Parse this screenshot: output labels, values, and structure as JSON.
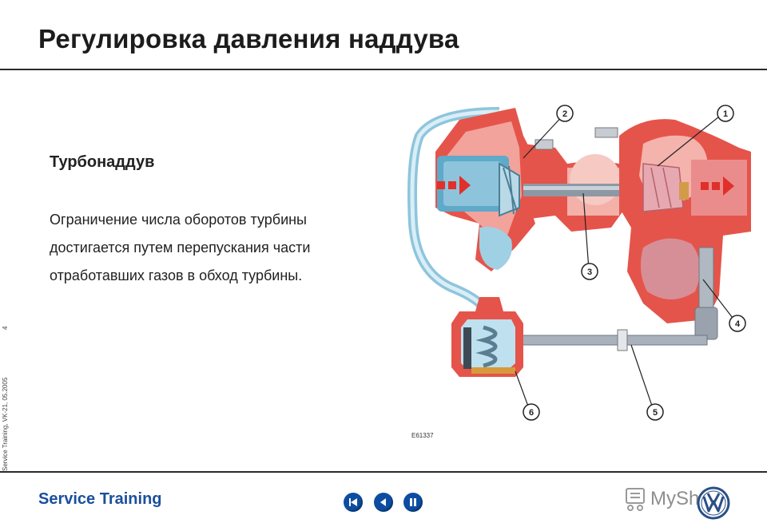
{
  "slide": {
    "title": "Регулировка давления наддува",
    "section_heading": "Турбонаддув",
    "body_lines": [
      "Ограничение числа оборотов турбины",
      "достигается путем перепускания части",
      "отработавших газов в обход турбины."
    ],
    "page_number": "4",
    "footer_meta": "Service Training, VK-21, 05.2005"
  },
  "diagram": {
    "figure_code": "E61337",
    "callouts": [
      "1",
      "2",
      "3",
      "4",
      "5",
      "6"
    ],
    "colors": {
      "exhaust": "#e5544a",
      "exhaust_light": "#f2a39b",
      "intake": "#5fa9c9",
      "intake_light": "#bfe0ee",
      "metal": "#9aa5b1",
      "arrow": "#e0302a"
    }
  },
  "footer": {
    "brand_label": "Service Training",
    "nav_buttons": [
      {
        "name": "first-slide-button",
        "icon": "skip-back-icon"
      },
      {
        "name": "previous-slide-button",
        "icon": "triangle-left-icon"
      },
      {
        "name": "pause-button",
        "icon": "pause-icon"
      }
    ],
    "watermark_text": "MySh",
    "logo": "VW"
  }
}
